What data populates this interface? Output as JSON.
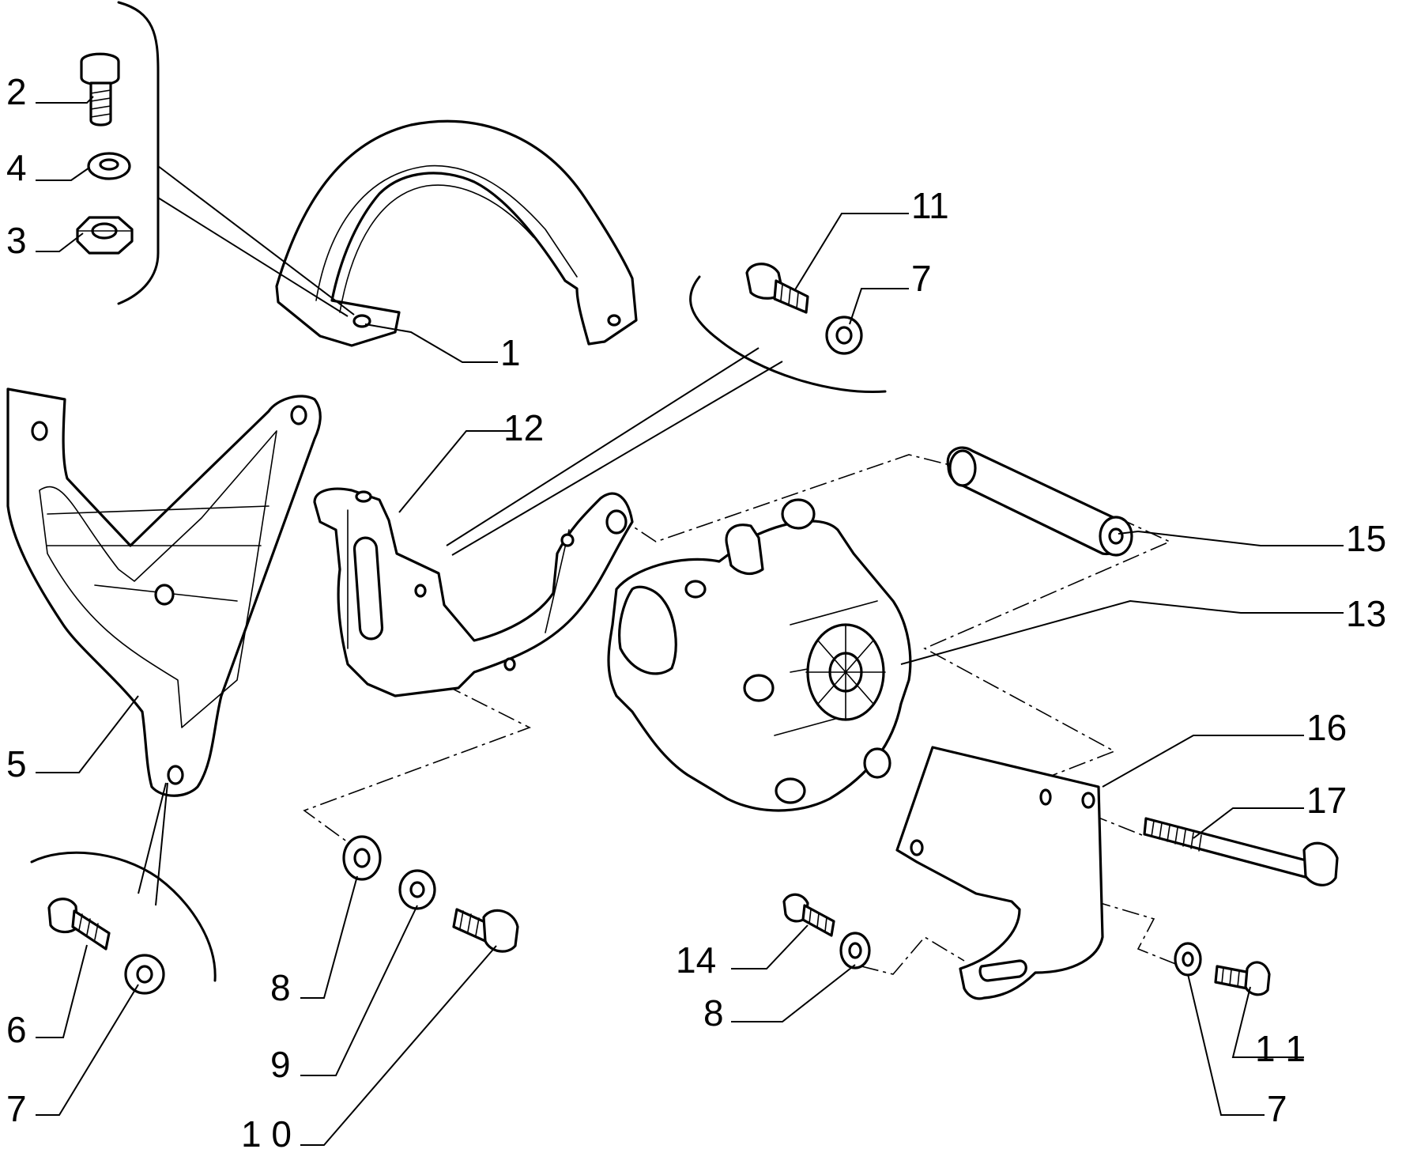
{
  "callouts": {
    "c1": "1",
    "c2": "2",
    "c3": "3",
    "c4": "4",
    "c5": "5",
    "c6": "6",
    "c7a": "7",
    "c7b": "7",
    "c7c": "7",
    "c8a": "8",
    "c8b": "8",
    "c9": "9",
    "c10": "1 0",
    "c11a": "11",
    "c11b": "1 1",
    "c12": "12",
    "c13": "13",
    "c14": "14",
    "c15": "15",
    "c16": "16",
    "c17": "17"
  }
}
